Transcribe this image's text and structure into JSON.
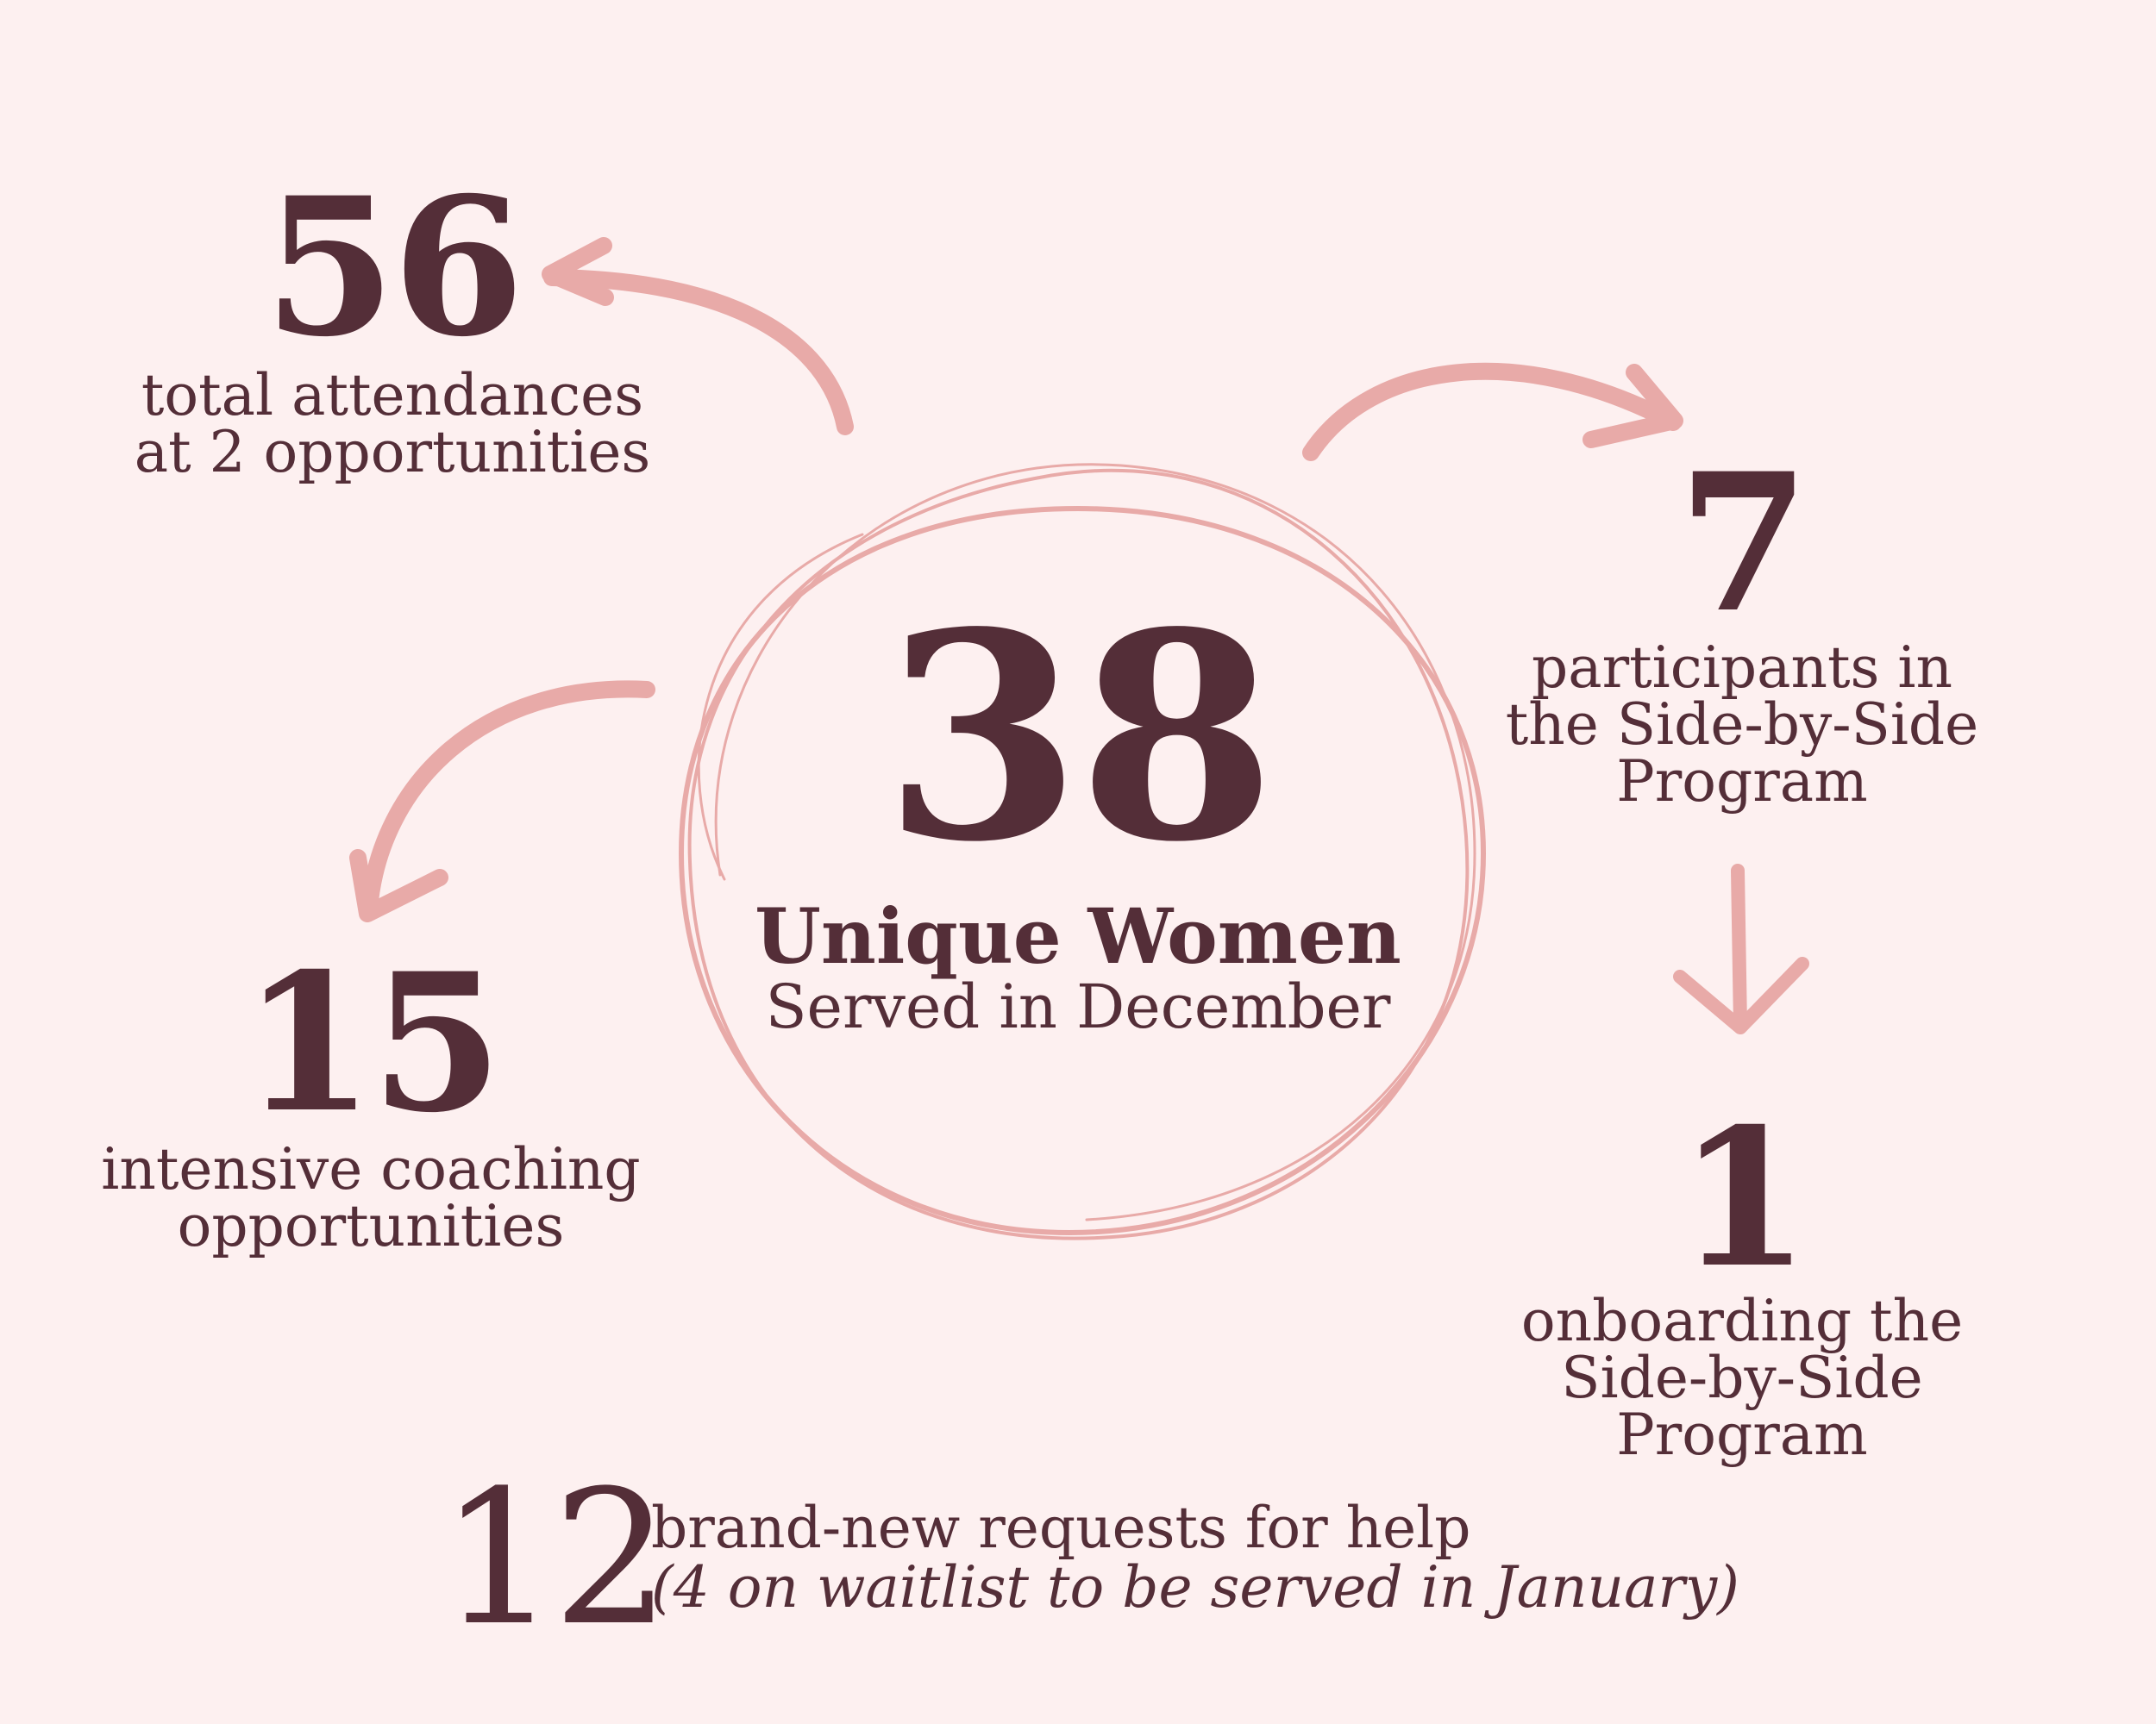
{
  "stats": {
    "attendances": {
      "value": "56",
      "lines": [
        "total attendances",
        "at 2 opportunities"
      ]
    },
    "unique": {
      "value": "38",
      "label": "Unique Women",
      "sublabel": "Served in December"
    },
    "participants": {
      "value": "7",
      "lines": [
        "participants in",
        "the Side-by-Side",
        "Program"
      ]
    },
    "coaching": {
      "value": "15",
      "lines": [
        "intensive coaching",
        "opportunities"
      ]
    },
    "onboarding": {
      "value": "1",
      "lines": [
        "onboarding the",
        "Side-by-Side",
        "Program"
      ]
    },
    "requests": {
      "value": "12",
      "line1": "brand-new requests for help",
      "line2": "(4 on waitlist to be served in January)"
    }
  },
  "colors": {
    "background": "#fdf0f0",
    "text": "#542e38",
    "accent": "#e8aaa8"
  },
  "icons": {
    "center": "scribbled-circle",
    "connectors": "curved-arrow"
  }
}
